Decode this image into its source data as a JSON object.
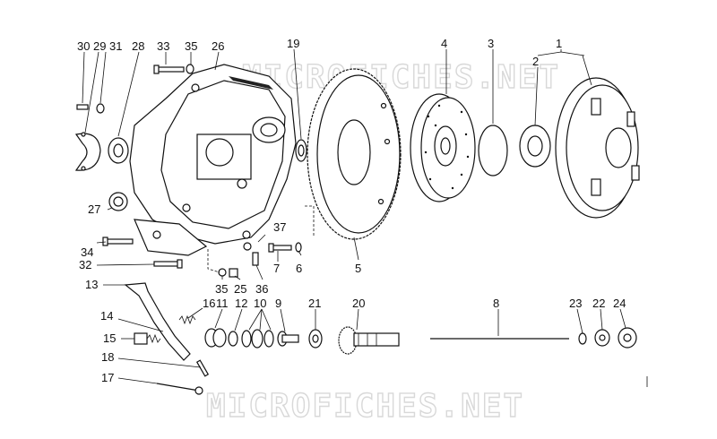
{
  "watermark": {
    "text": "MICROFICHES.NET"
  },
  "callouts": {
    "c1": "1",
    "c2": "2",
    "c3": "3",
    "c4": "4",
    "c5": "5",
    "c6": "6",
    "c7": "7",
    "c8": "8",
    "c9": "9",
    "c10": "10",
    "c11": "11",
    "c12": "12",
    "c13": "13",
    "c14": "14",
    "c15": "15",
    "c16": "16",
    "c17": "17",
    "c18": "18",
    "c19": "19",
    "c20": "20",
    "c21": "21",
    "c22": "22",
    "c23": "23",
    "c24": "24",
    "c25": "25",
    "c26": "26",
    "c27": "27",
    "c28": "28",
    "c29": "29",
    "c30": "30",
    "c31": "31",
    "c32": "32",
    "c33": "33",
    "c34": "34",
    "c35a": "35",
    "c35b": "35",
    "c36": "36",
    "c37": "37"
  }
}
